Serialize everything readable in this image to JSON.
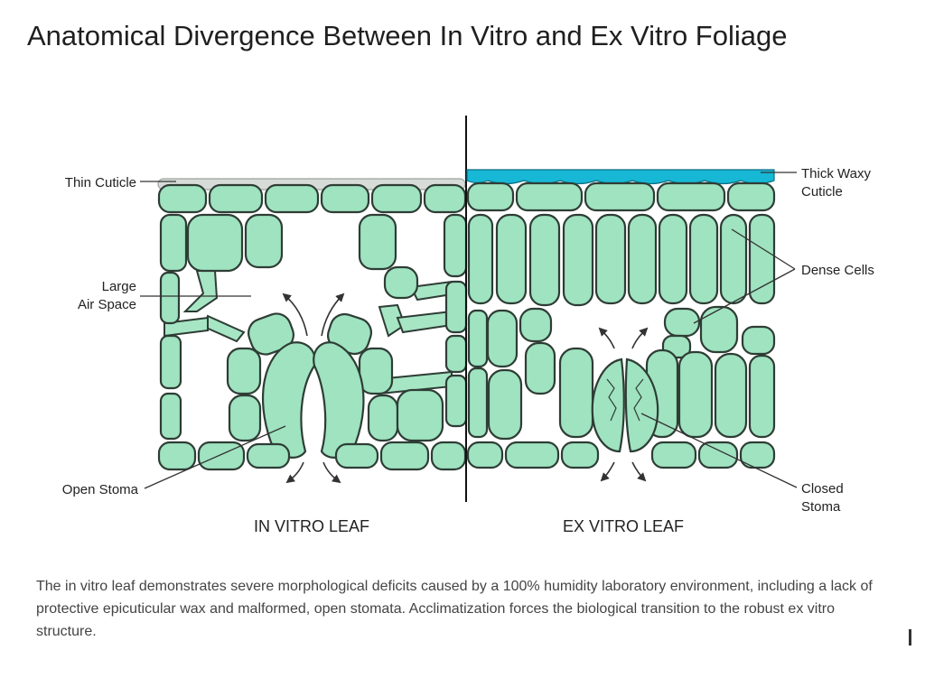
{
  "title": "Anatomical Divergence Between In Vitro and Ex Vitro Foliage",
  "labels": {
    "thin_cuticle": "Thin Cuticle",
    "large_air_space_1": "Large",
    "large_air_space_2": "Air Space",
    "open_stoma": "Open Stoma",
    "thick_waxy_1": "Thick Waxy",
    "thick_waxy_2": "Cuticle",
    "dense_cells": "Dense Cells",
    "closed_stoma_1": "Closed",
    "closed_stoma_2": "Stoma",
    "in_vitro": "IN VITRO LEAF",
    "ex_vitro": "EX VITRO LEAF"
  },
  "caption": "The in vitro leaf demonstrates severe morphological deficits caused by a 100% humidity laboratory environment, including a lack of protective epicuticular wax and malformed, open stomata. Acclimatization forces the biological transition to the robust ex vitro structure.",
  "colors": {
    "cell_fill": "#9fe3c0",
    "cell_stroke": "#2e3d35",
    "wax": "#17b8d6",
    "thin_cuticle": "#d7dcd9"
  }
}
